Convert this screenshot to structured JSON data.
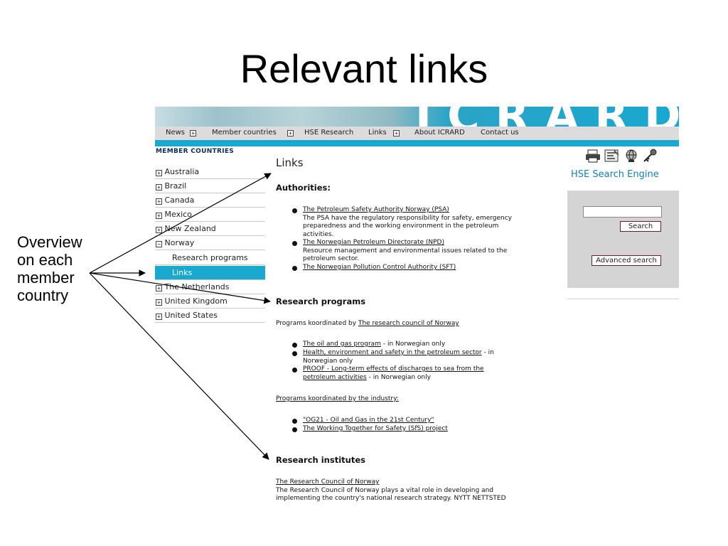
{
  "slide": {
    "title": "Relevant links",
    "callout_lines": [
      "Overview",
      "on each",
      "member",
      "country"
    ]
  },
  "banner": {
    "logo_text": "ICRARD"
  },
  "nav": {
    "items": [
      {
        "label": "News",
        "expand": "+"
      },
      {
        "label": "Member countries",
        "expand": "+"
      },
      {
        "label": "HSE Research"
      },
      {
        "label": "Links",
        "expand": "+"
      },
      {
        "label": "About ICRARD"
      },
      {
        "label": "Contact us"
      }
    ]
  },
  "sidebar": {
    "heading": "MEMBER COUNTRIES",
    "items": [
      {
        "label": "Australia",
        "toggle": "+"
      },
      {
        "label": "Brazil",
        "toggle": "+"
      },
      {
        "label": "Canada",
        "toggle": "+"
      },
      {
        "label": "Mexico",
        "toggle": "+"
      },
      {
        "label": "New Zealand",
        "toggle": "+"
      },
      {
        "label": "Norway",
        "toggle": "−"
      },
      {
        "label": "Research programs"
      },
      {
        "label": "Links"
      },
      {
        "label": "The Netherlands",
        "toggle": "+"
      },
      {
        "label": "United Kingdom",
        "toggle": "+"
      },
      {
        "label": "United States",
        "toggle": "+"
      }
    ]
  },
  "main": {
    "heading": "Links",
    "authorities": {
      "heading": "Authorities:",
      "items": [
        {
          "link": "The Petroleum Safety Authority Norway (PSA)",
          "desc_lines": [
            "The PSA have the regulatory responsibility for safety, emergency",
            "preparedness and the working environment in the petroleum",
            "activities."
          ]
        },
        {
          "link": "The Norwegian Petroleum Directorate (NPD)",
          "desc_lines": [
            "Resource management and environmental issues related to the",
            "petroleum sector."
          ]
        },
        {
          "link": "The Norwegian Pollution Control Authority (SFT)",
          "desc_lines": []
        }
      ]
    },
    "research_programs": {
      "heading": "Research programs",
      "intro": "Programs koordinated by ",
      "intro_link": "The research council of Norway",
      "items": [
        {
          "link": "The oil and gas program",
          "suffix": " - in Norwegian only"
        },
        {
          "link": "Health, environment and safety in the petroleum sector",
          "suffix": " - in",
          "line2": "Norwegian only"
        },
        {
          "link": "PROOF - Long-term effects of discharges to sea from the",
          "line2_link": "petroleum activities",
          "line2_suffix": " - in Norwegian only"
        }
      ],
      "industry_link": "Programs koordinated by the industry:",
      "industry_items": [
        {
          "link": "\"OG21 - Oil and Gas in the 21st Century\""
        },
        {
          "link": "The Working Together for Safety (SfS) project"
        }
      ]
    },
    "institutes": {
      "heading": "Research institutes",
      "link": "The Research Council of Norway",
      "desc_lines": [
        "The Research Council of Norway plays a vital role in developing and",
        "implementing the country's national research strategy. NYTT NETTSTED"
      ]
    }
  },
  "right_panel": {
    "tool_icons": [
      "printer-icon",
      "sitemap-icon",
      "globe-icon",
      "key-icon"
    ],
    "title": "HSE Search Engine",
    "search_value": "",
    "search_button": "Search",
    "advanced_button": "Advanced search"
  },
  "colors": {
    "accent": "#18a8d0",
    "nav_bg": "#dcdcdc",
    "panel_bg": "#d4d4d4",
    "search_title": "#1380b4"
  }
}
